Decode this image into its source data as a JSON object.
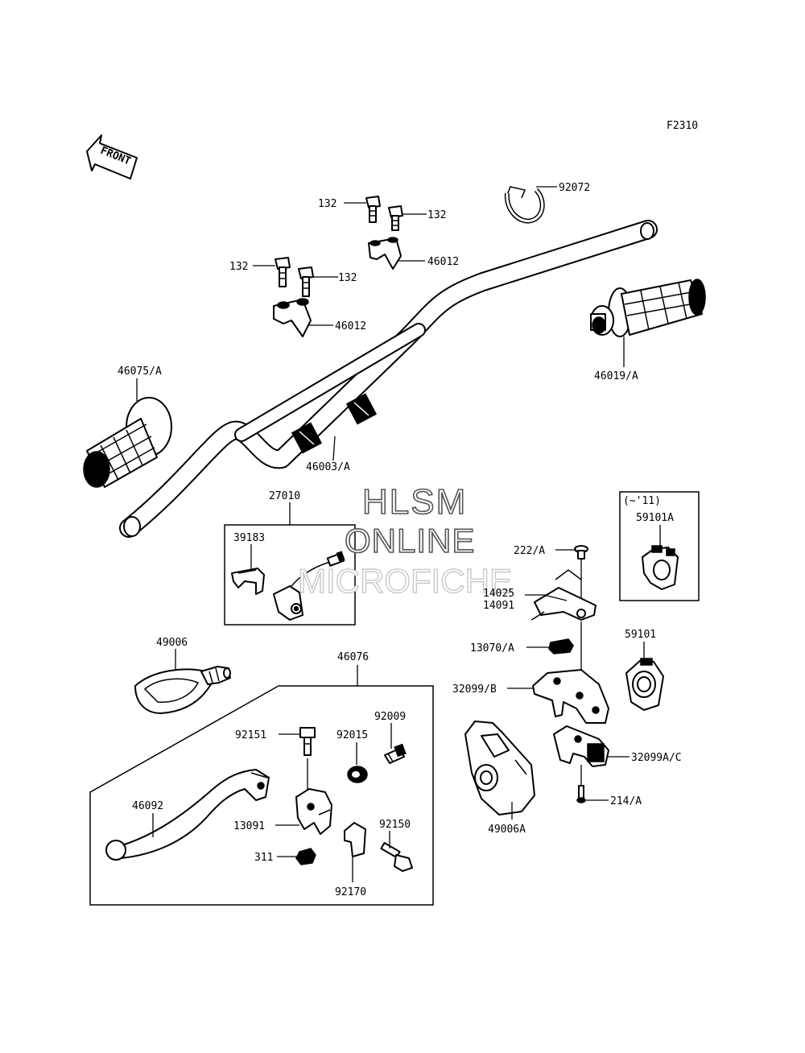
{
  "diagram_code": "F2310",
  "front_arrow_label": "FRONT",
  "watermark": {
    "line1": "HLSM",
    "line2": "ONLINE",
    "line3": "MICROFICHE"
  },
  "box_year_note": "(~'11)",
  "labels": {
    "p132a": "132",
    "p132b": "132",
    "p132c": "132",
    "p132d": "132",
    "p92072": "92072",
    "p46012a": "46012",
    "p46012b": "46012",
    "p46075A": "46075/A",
    "p46019A": "46019/A",
    "p46003A": "46003/A",
    "p27010": "27010",
    "p39183": "39183",
    "p59101A": "59101A",
    "p222A": "222/A",
    "p14025": "14025",
    "p14091": "14091",
    "p13070A": "13070/A",
    "p59101": "59101",
    "p49006": "49006",
    "p46076": "46076",
    "p92009": "92009",
    "p92151": "92151",
    "p92015": "92015",
    "p32099B": "32099/B",
    "p32099AC": "32099A/C",
    "p214A": "214/A",
    "p46092": "46092",
    "p13091": "13091",
    "p92150": "92150",
    "p311": "311",
    "p92170": "92170",
    "p49006A": "49006A"
  }
}
